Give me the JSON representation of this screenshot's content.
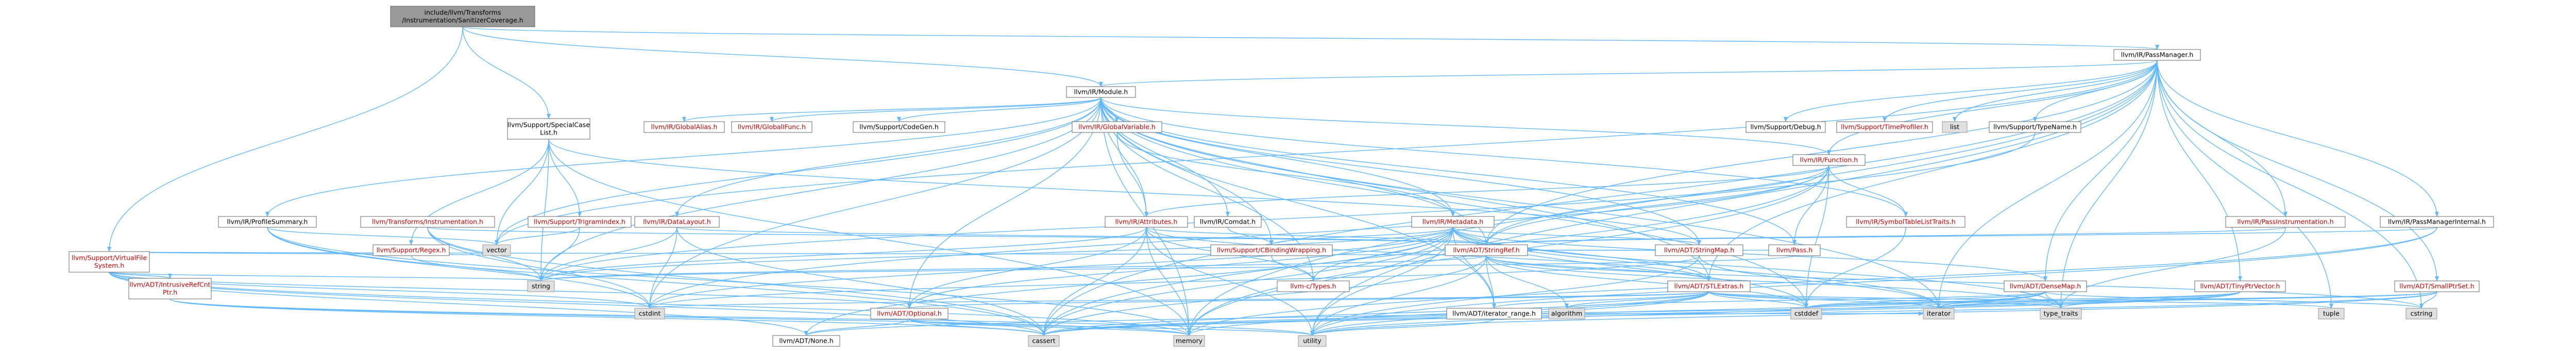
{
  "diagram": {
    "colors": {
      "edge": "#63b8ff",
      "root_fill": "#999999",
      "root_stroke": "#666666",
      "local_fill": "#ffffff",
      "local_stroke": "#666666",
      "local_text": "#000000",
      "link_text": "#cc0000",
      "system_fill": "#e0e0e0",
      "system_stroke": "#999999",
      "system_text": "#000000"
    },
    "nodes": [
      {
        "id": "root",
        "lines": [
          "include/llvm/Transforms",
          "/Instrumentation/SanitizerCoverage.h"
        ],
        "kind": "root"
      },
      {
        "id": "passmanager",
        "lines": [
          "llvm/IR/PassManager.h"
        ],
        "kind": "local"
      },
      {
        "id": "module",
        "lines": [
          "llvm/IR/Module.h"
        ],
        "kind": "local"
      },
      {
        "id": "speciallist",
        "lines": [
          "llvm/Support/SpecialCase",
          "List.h"
        ],
        "kind": "local"
      },
      {
        "id": "vfs",
        "lines": [
          "llvm/Support/VirtualFile",
          "System.h"
        ],
        "kind": "link"
      },
      {
        "id": "debug",
        "lines": [
          "llvm/Support/Debug.h"
        ],
        "kind": "local"
      },
      {
        "id": "timeprofiler",
        "lines": [
          "llvm/Support/TimeProfiler.h"
        ],
        "kind": "link"
      },
      {
        "id": "list",
        "lines": [
          "list"
        ],
        "kind": "system"
      },
      {
        "id": "typename",
        "lines": [
          "llvm/Support/TypeName.h"
        ],
        "kind": "local"
      },
      {
        "id": "function",
        "lines": [
          "llvm/IR/Function.h"
        ],
        "kind": "link"
      },
      {
        "id": "symtraits",
        "lines": [
          "llvm/IR/SymbolTableListTraits.h"
        ],
        "kind": "link"
      },
      {
        "id": "passinstr",
        "lines": [
          "llvm/IR/PassInstrumentation.h"
        ],
        "kind": "link"
      },
      {
        "id": "pmi",
        "lines": [
          "llvm/IR/PassManagerInternal.h"
        ],
        "kind": "local"
      },
      {
        "id": "globalalias",
        "lines": [
          "llvm/IR/GlobalAlias.h"
        ],
        "kind": "link"
      },
      {
        "id": "globalifunc",
        "lines": [
          "llvm/IR/GlobalIFunc.h"
        ],
        "kind": "link"
      },
      {
        "id": "codegen",
        "lines": [
          "llvm/Support/CodeGen.h"
        ],
        "kind": "local"
      },
      {
        "id": "globalvar",
        "lines": [
          "llvm/IR/GlobalVariable.h"
        ],
        "kind": "link"
      },
      {
        "id": "profsummary",
        "lines": [
          "llvm/IR/ProfileSummary.h"
        ],
        "kind": "local"
      },
      {
        "id": "transinstr",
        "lines": [
          "llvm/Transforms/Instrumentation.h"
        ],
        "kind": "link"
      },
      {
        "id": "trigram",
        "lines": [
          "llvm/Support/TrigramIndex.h"
        ],
        "kind": "link"
      },
      {
        "id": "datalayout",
        "lines": [
          "llvm/IR/DataLayout.h"
        ],
        "kind": "link"
      },
      {
        "id": "attributes",
        "lines": [
          "llvm/IR/Attributes.h"
        ],
        "kind": "link"
      },
      {
        "id": "comdat",
        "lines": [
          "llvm/IR/Comdat.h"
        ],
        "kind": "local"
      },
      {
        "id": "metadata",
        "lines": [
          "llvm/IR/Metadata.h"
        ],
        "kind": "link"
      },
      {
        "id": "stringref",
        "lines": [
          "llvm/ADT/StringRef.h"
        ],
        "kind": "link"
      },
      {
        "id": "stringmap",
        "lines": [
          "llvm/ADT/StringMap.h"
        ],
        "kind": "link"
      },
      {
        "id": "pass",
        "lines": [
          "llvm/Pass.h"
        ],
        "kind": "link"
      },
      {
        "id": "vector",
        "lines": [
          "vector"
        ],
        "kind": "system"
      },
      {
        "id": "regex",
        "lines": [
          "llvm/Support/Regex.h"
        ],
        "kind": "link"
      },
      {
        "id": "iref",
        "lines": [
          "llvm/ADT/IntrusiveRefCnt",
          "Ptr.h"
        ],
        "kind": "link"
      },
      {
        "id": "string",
        "lines": [
          "string"
        ],
        "kind": "system"
      },
      {
        "id": "cbinding",
        "lines": [
          "llvm/Support/CBindingWrapping.h"
        ],
        "kind": "link"
      },
      {
        "id": "ctypes",
        "lines": [
          "llvm-c/Types.h"
        ],
        "kind": "link"
      },
      {
        "id": "stlextras",
        "lines": [
          "llvm/ADT/STLExtras.h"
        ],
        "kind": "link"
      },
      {
        "id": "densemap",
        "lines": [
          "llvm/ADT/DenseMap.h"
        ],
        "kind": "link"
      },
      {
        "id": "tinyptr",
        "lines": [
          "llvm/ADT/TinyPtrVector.h"
        ],
        "kind": "link"
      },
      {
        "id": "smallptrset",
        "lines": [
          "llvm/ADT/SmallPtrSet.h"
        ],
        "kind": "link"
      },
      {
        "id": "optional",
        "lines": [
          "llvm/ADT/Optional.h"
        ],
        "kind": "link"
      },
      {
        "id": "cstdint",
        "lines": [
          "cstdint"
        ],
        "kind": "system"
      },
      {
        "id": "itrange",
        "lines": [
          "llvm/ADT/iterator_range.h"
        ],
        "kind": "local"
      },
      {
        "id": "algorithm",
        "lines": [
          "algorithm"
        ],
        "kind": "system"
      },
      {
        "id": "cstddef",
        "lines": [
          "cstddef"
        ],
        "kind": "system"
      },
      {
        "id": "iterator",
        "lines": [
          "iterator"
        ],
        "kind": "system"
      },
      {
        "id": "typetraits",
        "lines": [
          "type_traits"
        ],
        "kind": "system"
      },
      {
        "id": "tuple",
        "lines": [
          "tuple"
        ],
        "kind": "system"
      },
      {
        "id": "cstring",
        "lines": [
          "cstring"
        ],
        "kind": "system"
      },
      {
        "id": "none",
        "lines": [
          "llvm/ADT/None.h"
        ],
        "kind": "local"
      },
      {
        "id": "cassert",
        "lines": [
          "cassert"
        ],
        "kind": "system"
      },
      {
        "id": "memory",
        "lines": [
          "memory"
        ],
        "kind": "system"
      },
      {
        "id": "utility",
        "lines": [
          "utility"
        ],
        "kind": "system"
      }
    ]
  }
}
